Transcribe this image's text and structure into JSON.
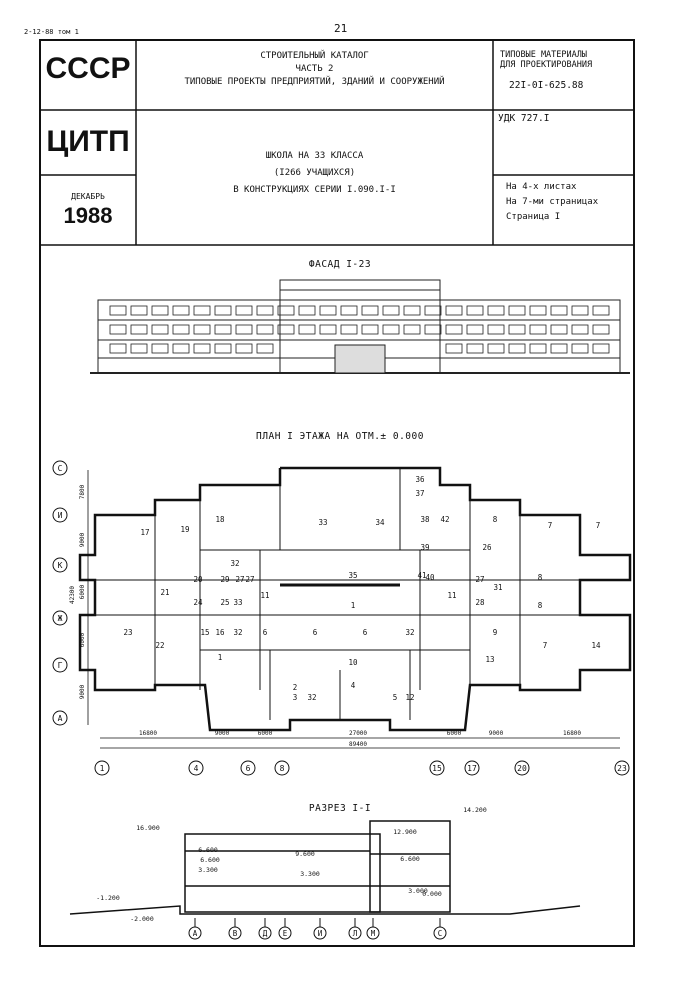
{
  "top": {
    "code": "2-12-88 том 1",
    "page_num": "21"
  },
  "title_block": {
    "org1": "СССР",
    "org2": "ЦИТП",
    "month": "ДЕКАБРЬ",
    "year": "1988",
    "catalog_lines": [
      "СТРОИТЕЛЬНЫЙ КАТАЛОГ",
      "ЧАСТЬ 2",
      "ТИПОВЫЕ ПРОЕКТЫ ПРЕДПРИЯТИЙ, ЗДАНИЙ И СООРУЖЕНИЙ"
    ],
    "materials_lines": [
      "ТИПОВЫЕ МАТЕРИАЛЫ",
      "ДЛЯ ПРОЕКТИРОВАНИЯ"
    ],
    "materials_code": "22I-0I-625.88",
    "udk": "УДК 727.I",
    "project_lines": [
      "ШКОЛА НА 33 КЛАССА",
      "(I266 УЧАЩИХСЯ)",
      "В КОНСТРУКЦИЯХ СЕРИИ I.090.I-I"
    ],
    "sheets_lines": [
      "На 4-х листах",
      "На 7-ми страницах",
      "Страница I"
    ]
  },
  "facade": {
    "title": "ФАСАД I-23"
  },
  "plan": {
    "title": "ПЛАН I ЭТАЖА НА ОТМ.± 0.000",
    "row_axes": [
      "С",
      "И",
      "К",
      "Ж",
      "Г",
      "А"
    ],
    "col_axes": [
      "1",
      "4",
      "6",
      "8",
      "15",
      "17",
      "20",
      "23"
    ],
    "left_dims": [
      "7800",
      "9000",
      "6000",
      "6000",
      "9000"
    ],
    "left_total": "42300",
    "bottom_dims": [
      "16800",
      "9000",
      "6000",
      "27000",
      "6000",
      "9000",
      "16800"
    ],
    "bottom_total": "89400",
    "section_mark": "1",
    "rooms": [
      "36",
      "37",
      "38",
      "42",
      "33",
      "34",
      "18",
      "19",
      "17",
      "8",
      "7",
      "7",
      "39",
      "26",
      "32",
      "35",
      "41",
      "40",
      "21",
      "20",
      "29",
      "27",
      "27",
      "24",
      "25",
      "33",
      "11",
      "1",
      "11",
      "27",
      "28",
      "31",
      "8",
      "8",
      "23",
      "22",
      "15",
      "16",
      "32",
      "6",
      "6",
      "6",
      "32",
      "9",
      "7",
      "14",
      "1",
      "10",
      "13",
      "2",
      "3",
      "32",
      "4",
      "5",
      "12"
    ]
  },
  "section": {
    "title": "РАЗРЕЗ I-I",
    "levels": [
      "16.900",
      "14.200",
      "12.900",
      "9.600",
      "6.600",
      "3.300",
      "3.000",
      "0.000",
      "-1.200",
      "-2.000",
      "6.600",
      "6.600",
      "3.300"
    ],
    "axes": [
      "А",
      "В",
      "Д",
      "Е",
      "И",
      "Л",
      "М",
      "С"
    ]
  }
}
